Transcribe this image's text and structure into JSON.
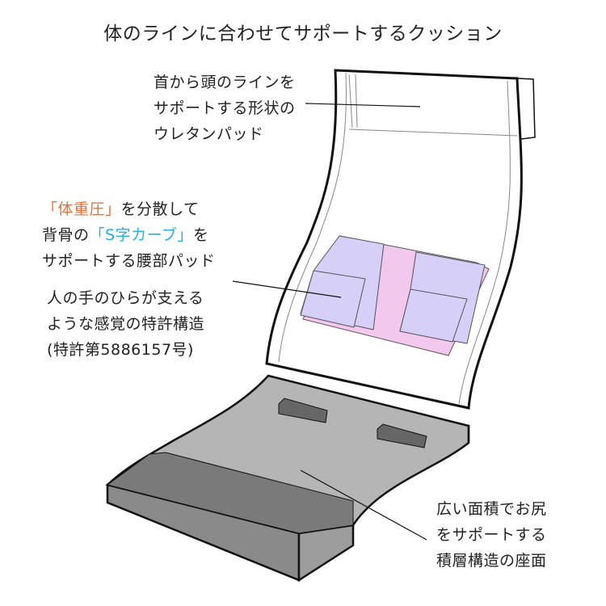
{
  "title": "体のラインに合わせてサポートするクッション",
  "colors": {
    "highlight_orange": "#e8703a",
    "highlight_cyan": "#29aee0",
    "pad_lavender": "#d6cff7",
    "pad_pink": "#f3c8ef",
    "seat_gray": "#8a8a8a"
  },
  "callouts": {
    "head": [
      "首から頭のラインを",
      "サポートする形状の",
      "ウレタンパッド"
    ],
    "lumbar": {
      "l1_hl": "「体重圧」",
      "l1_rest": "を分散して",
      "l2_pre": "背骨の",
      "l2_hl": "「S字カーブ」",
      "l2_rest": "を",
      "l3": "サポートする腰部パッド"
    },
    "patent": [
      "人の手のひらが支える",
      "ような感覚の特許構造",
      "(特許第5886157号)"
    ],
    "seat": [
      "広い面積でお尻",
      "をサポートする",
      "積層構造の座面"
    ]
  }
}
